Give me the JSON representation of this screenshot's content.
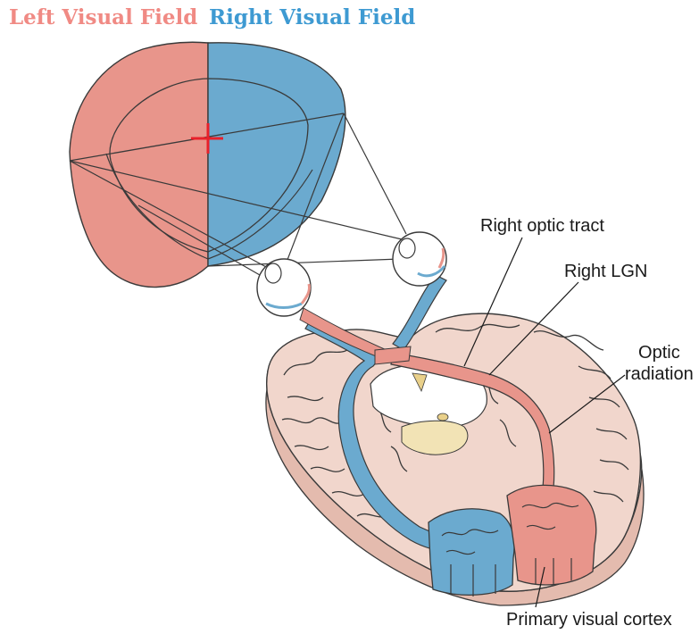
{
  "titles": {
    "left": "Left Visual Field",
    "right": "Right Visual Field"
  },
  "labels": {
    "right_optic_tract": "Right optic tract",
    "right_lgn": "Right LGN",
    "optic_radiation_line1": "Optic",
    "optic_radiation_line2": "radiation",
    "primary_visual_cortex": "Primary visual cortex"
  },
  "colors": {
    "left_field": "#E8958B",
    "left_title": "#F08A84",
    "right_field": "#6BAACF",
    "right_title": "#3E9AD2",
    "fixation_cross": "#E8202A",
    "brain_tissue": "#F1D6CC",
    "brain_side": "#E4BBAE",
    "thalamus": "#F2E3B5",
    "outline": "#3A3A3A"
  },
  "icons": {
    "fixation": "red-plus-cross",
    "eye_right": "eyeball",
    "eye_left": "eyeball"
  }
}
